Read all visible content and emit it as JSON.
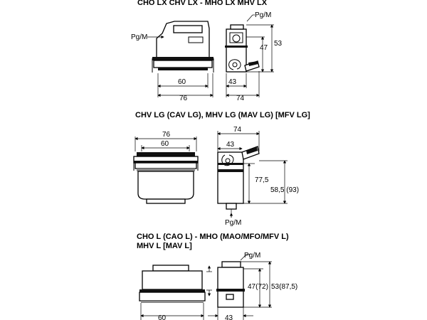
{
  "titles": {
    "top": "CHO LX  CHV LX  -  MHO LX  MHV LX",
    "middle": "CHV LG (CAV LG), MHV LG (MAV LG) [MFV LG]",
    "bottom_line1": "CHO L (CAO L) - MHO (MAO/MFO/MFV L)",
    "bottom_line2": "MHV L [MAV L]"
  },
  "top_view": {
    "pg_left": "Pg/M",
    "pg_right": "Pg/M",
    "dim_60": "60",
    "dim_76": "76",
    "dim_43": "43",
    "dim_74": "74",
    "dim_47": "47",
    "dim_53": "53"
  },
  "middle_view": {
    "dim_76": "76",
    "dim_60": "60",
    "dim_74": "74",
    "dim_43": "43",
    "dim_77_5": "77,5",
    "dim_58_5": "58,5 (93)",
    "pg": "Pg/M"
  },
  "bottom_view": {
    "pg": "Pg/M",
    "dim_47": "47(72)",
    "dim_53": "53(87,5)",
    "dim_60": "60",
    "dim_43": "43"
  }
}
